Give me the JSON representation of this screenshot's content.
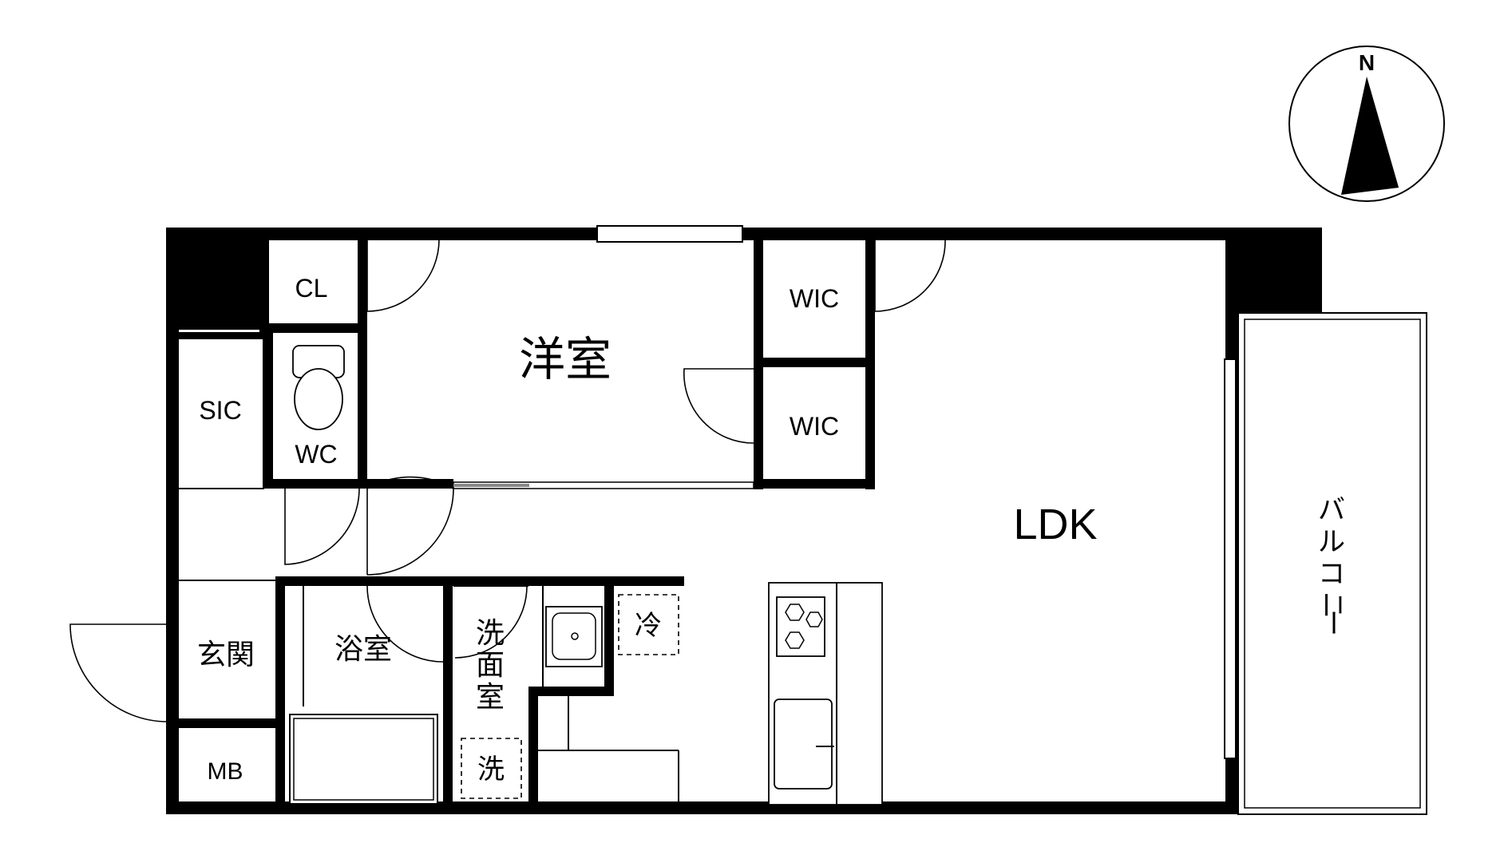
{
  "compass": {
    "north_label": "N"
  },
  "rooms": {
    "western_room": "洋室",
    "ldk": "LDK",
    "closet": "CL",
    "wic_upper": "WIC",
    "wic_lower": "WIC",
    "shoe_closet": "SIC",
    "toilet": "WC",
    "entrance": "玄関",
    "meter_box": "MB",
    "bathroom": "浴室",
    "washroom_1": "洗",
    "washroom_2": "面",
    "washroom_3": "室",
    "washer": "洗",
    "fridge": "冷",
    "balcony_1": "バ",
    "balcony_2": "ル",
    "balcony_3": "コ",
    "balcony_4": "ニ",
    "balcony_5": "ー"
  },
  "colors": {
    "wall": "#000000",
    "background": "#ffffff"
  }
}
